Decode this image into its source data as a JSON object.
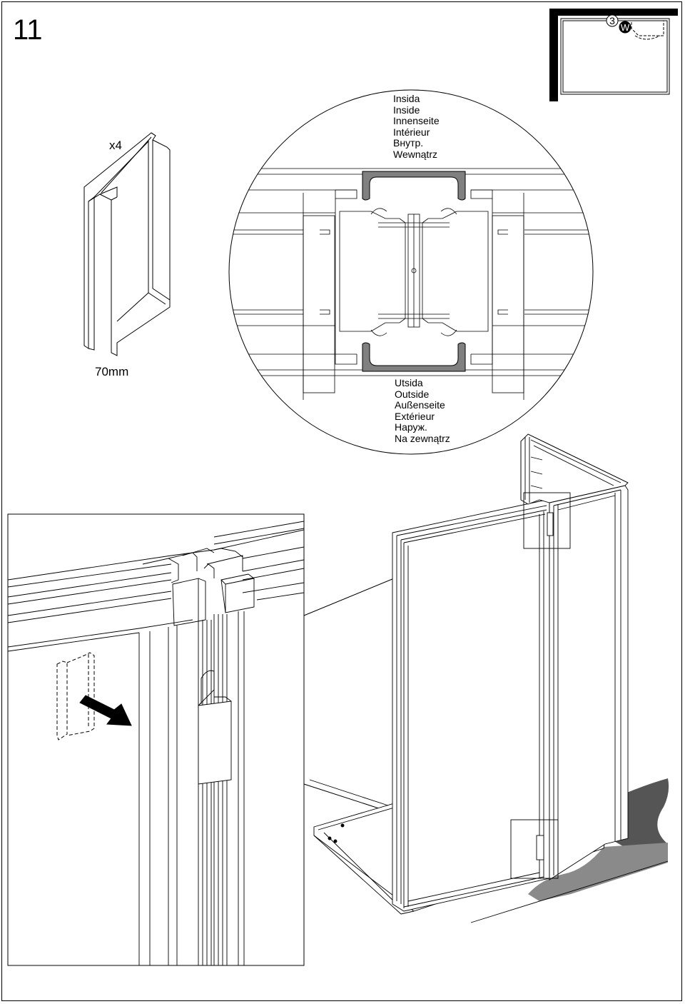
{
  "step": {
    "number": "11"
  },
  "part": {
    "quantity": "x4",
    "length": "70mm"
  },
  "inside_labels": [
    "Insida",
    "Inside",
    "Innenseite",
    "Intérieur",
    "Внутр.",
    "Wewnątrz"
  ],
  "outside_labels": [
    "Utsida",
    "Outside",
    "Außenseite",
    "Extérieur",
    "Наруж.",
    "Na zewnątrz"
  ],
  "floorplan": {
    "marker_number": "3",
    "marker_letter": "W"
  },
  "colors": {
    "line": "#000000",
    "shadow": "#5a5a5a",
    "shadow_light": "#8a8a8a",
    "profile": "#808080"
  },
  "icons": [
    "move-arrow-icon"
  ]
}
